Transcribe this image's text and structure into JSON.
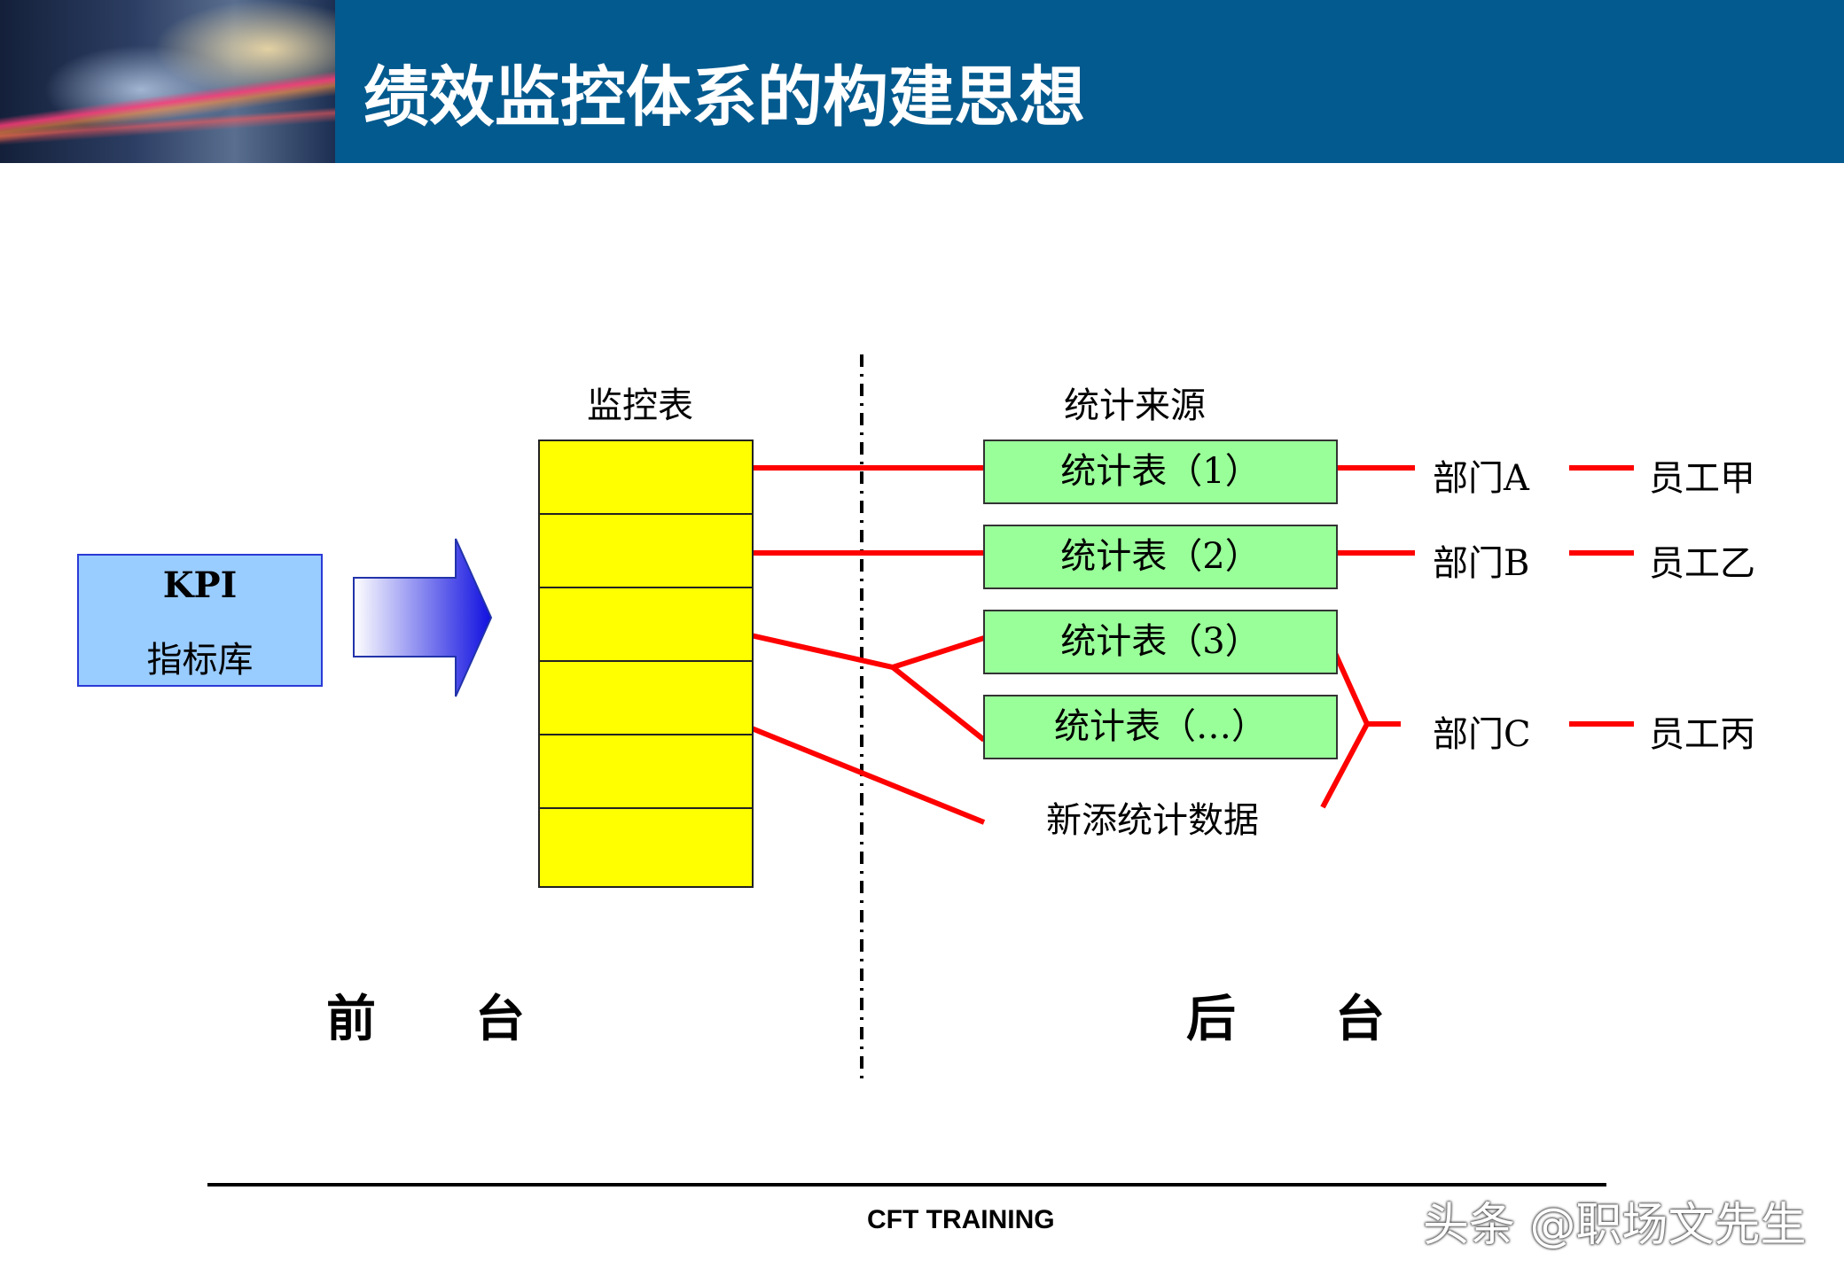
{
  "title": "绩效监控体系的构建思想",
  "kpi": {
    "line1": "KPI",
    "line2": "指标库"
  },
  "monitor_label": "监控表",
  "source_label": "统计来源",
  "stat_tables": [
    "统计表（1）",
    "统计表（2）",
    "统计表（3）",
    "统计表（…）"
  ],
  "new_data": "新添统计数据",
  "departments": [
    "部门A",
    "部门B",
    "部门C"
  ],
  "employees": [
    "员工甲",
    "员工乙",
    "员工丙"
  ],
  "front_label": "前　　台",
  "back_label": "后　　台",
  "footer": "CFT TRAINING",
  "watermark": "头条 @职场文先生",
  "colors": {
    "header": "#035a8e",
    "monitor": "#ffff00",
    "stat_box": "#99ff99",
    "kpi_box": "#99ccff",
    "arrow": "#ff0000"
  }
}
